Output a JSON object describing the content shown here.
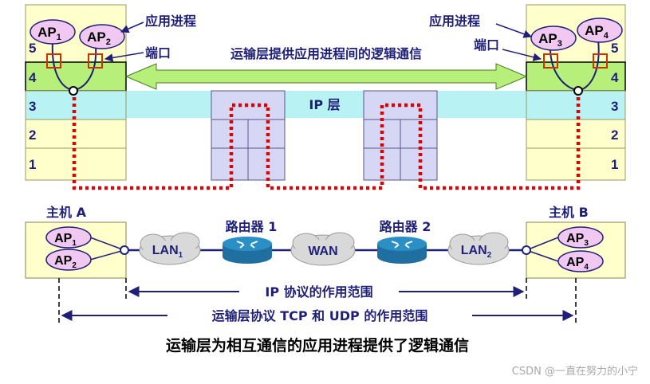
{
  "colors": {
    "host_fill": "#ffffcc",
    "layer4_fill": "#b6f07a",
    "ip_band": "#b8f2f2",
    "router_box": "#d6d6f5",
    "arrow": "#b6f07a",
    "dots": "#e00000",
    "text": "#1f1f7a",
    "ap_fill": "#f1c8f1",
    "port_box": "#cc3300",
    "router_icon": "#2a8fc4",
    "cloud": "#d9d9d9"
  },
  "top": {
    "label_app_left": "应用进程",
    "label_port_left": "端口",
    "label_app_right": "应用进程",
    "label_port_right": "端口",
    "arrow_text": "运输层提供应用进程间的逻辑通信",
    "ip_layer": "IP 层",
    "left_layers": [
      "5",
      "4",
      "3",
      "2",
      "1"
    ],
    "right_layers": [
      "5",
      "4",
      "3",
      "2",
      "1"
    ],
    "left_aps": [
      {
        "main": "AP",
        "sub": "1"
      },
      {
        "main": "AP",
        "sub": "2"
      }
    ],
    "right_aps": [
      {
        "main": "AP",
        "sub": "3"
      },
      {
        "main": "AP",
        "sub": "4"
      }
    ]
  },
  "bottom": {
    "host_a": "主机 A",
    "host_b": "主机 B",
    "router1": "路由器 1",
    "router2": "路由器 2",
    "lan1": {
      "main": "LAN",
      "sub": "1"
    },
    "wan": "WAN",
    "lan2": {
      "main": "LAN",
      "sub": "2"
    },
    "host_a_aps": [
      {
        "main": "AP",
        "sub": "1"
      },
      {
        "main": "AP",
        "sub": "2"
      }
    ],
    "host_b_aps": [
      {
        "main": "AP",
        "sub": "3"
      },
      {
        "main": "AP",
        "sub": "4"
      }
    ],
    "ip_scope": "IP 协议的作用范围",
    "tcp_scope": "运输层协议 TCP 和 UDP 的作用范围"
  },
  "caption": "运输层为相互通信的应用进程提供了逻辑通信",
  "watermark": "CSDN @一直在努力的小宁"
}
